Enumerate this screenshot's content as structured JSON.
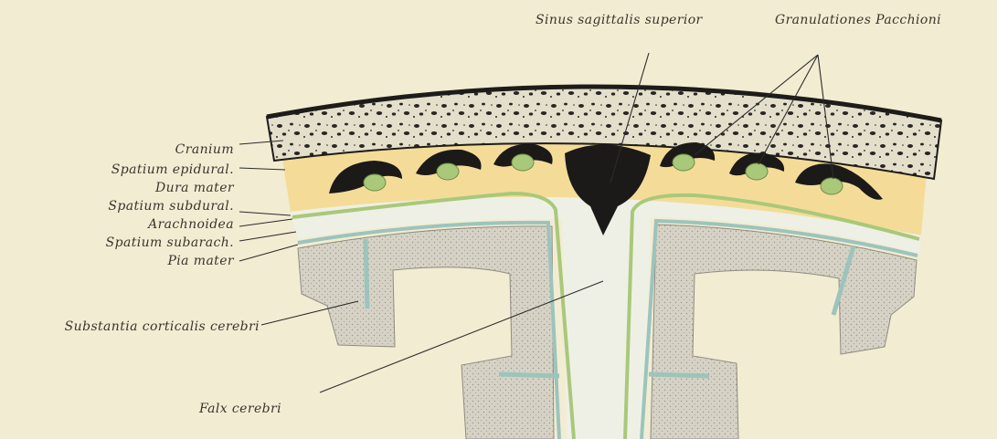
{
  "labels": {
    "cranium": "Cranium",
    "spatium_epidural": "Spatium epidural.",
    "dura_mater": "Dura mater",
    "spatium_subdural": "Spatium subdural.",
    "arachnoidea": "Arachnoidea",
    "spatium_subarach": "Spatium subarach.",
    "pia_mater": "Pia mater",
    "substantia_corticalis": "Substantia corticalis cerebri",
    "falx_cerebri": "Falx cerebri",
    "sinus_sagittalis": "Sinus sagittalis superior",
    "granulationes": "Granulationes Pacchioni"
  },
  "colors": {
    "paper": "#f2ecd2",
    "dura_yellow": "#f4dc98",
    "arachnoid_green": "#a9c87a",
    "pia_blue": "#9cc4bc",
    "cortex_gray": "#d4d0c4",
    "sinus_black": "#1c1a18",
    "bone": "#e6e1cc"
  }
}
